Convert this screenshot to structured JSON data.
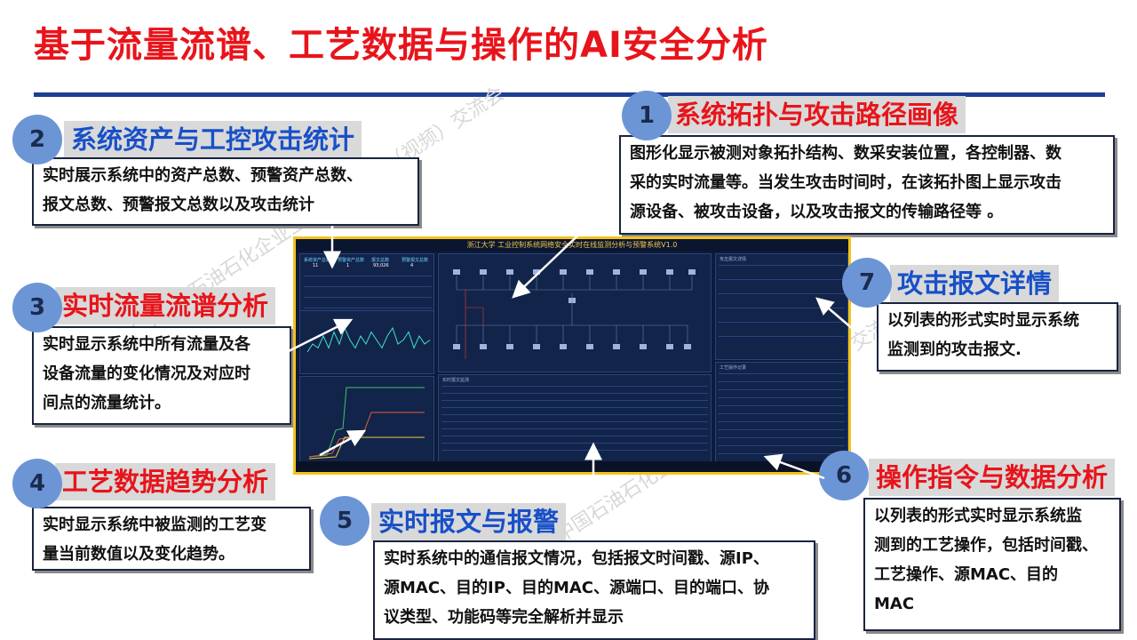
{
  "slide_title": "基于流量流谱、工艺数据与操作的AI安全分析",
  "watermark_text": "中国石油石化企业工控安全技术（视频）交流会",
  "sections": [
    {
      "number": "1",
      "title": "系统拓扑与攻击路径画像",
      "color": "red",
      "lines": [
        "图形化显示被测对象拓扑结构、数采安装位置，各控制器、数",
        "采的实时流量等。当发生攻击时间时，在该拓扑图上显示攻击",
        "源设备、被攻击设备，以及攻击报文的传输路径等 。"
      ]
    },
    {
      "number": "2",
      "title": "系统资产与工控攻击统计",
      "color": "blue",
      "lines": [
        "实时展示系统中的资产总数、预警资产总数、",
        "报文总数、预警报文总数以及攻击统计"
      ]
    },
    {
      "number": "3",
      "title": "实时流量流谱分析",
      "color": "red",
      "lines": [
        "实时显示系统中所有流量及各",
        "设备流量的变化情况及对应时",
        "间点的流量统计。"
      ]
    },
    {
      "number": "4",
      "title": "工艺数据趋势分析",
      "color": "red",
      "lines": [
        "实时显示系统中被监测的工艺变",
        "量当前数值以及变化趋势。"
      ]
    },
    {
      "number": "5",
      "title": "实时报文与报警",
      "color": "blue",
      "lines": [
        "实时系统中的通信报文情况，包括报文时间戳、源IP、",
        "源MAC、目的IP、目的MAC、源端口、目的端口、协",
        "议类型、功能码等完全解析并显示"
      ]
    },
    {
      "number": "6",
      "title": "操作指令与数据分析",
      "color": "red",
      "lines": [
        "以列表的形式实时显示系统监",
        "测到的工艺操作，包括时间戳、",
        "工艺操作、源MAC、目的",
        "MAC"
      ]
    },
    {
      "number": "7",
      "title": "攻击报文详情",
      "color": "blue",
      "lines": [
        "以列表的形式实时显示系统",
        "监测到的攻击报文."
      ]
    }
  ],
  "screenshot": {
    "title": "浙江大学 工业控制系统网络安全实时在线监测分析与预警系统V1.0",
    "stats": [
      {
        "label": "系统资产总数",
        "value": "11"
      },
      {
        "label": "预警资产总数",
        "value": "1"
      },
      {
        "label": "报文总数",
        "value": "93,026"
      },
      {
        "label": "预警报文总数",
        "value": "4"
      }
    ],
    "right_top_label": "攻击报文详情",
    "right_bottom_label": "工艺操作记录",
    "bottom_label": "实时报文监测",
    "chart_data": {
      "type": "line",
      "series": [
        {
          "values": [
            4,
            6,
            5,
            8,
            5,
            9,
            6,
            10,
            7,
            5,
            8,
            6,
            9,
            7,
            5,
            8,
            10,
            6,
            7,
            9,
            5,
            8,
            6,
            7
          ]
        }
      ],
      "ylim": [
        0,
        12
      ]
    }
  }
}
